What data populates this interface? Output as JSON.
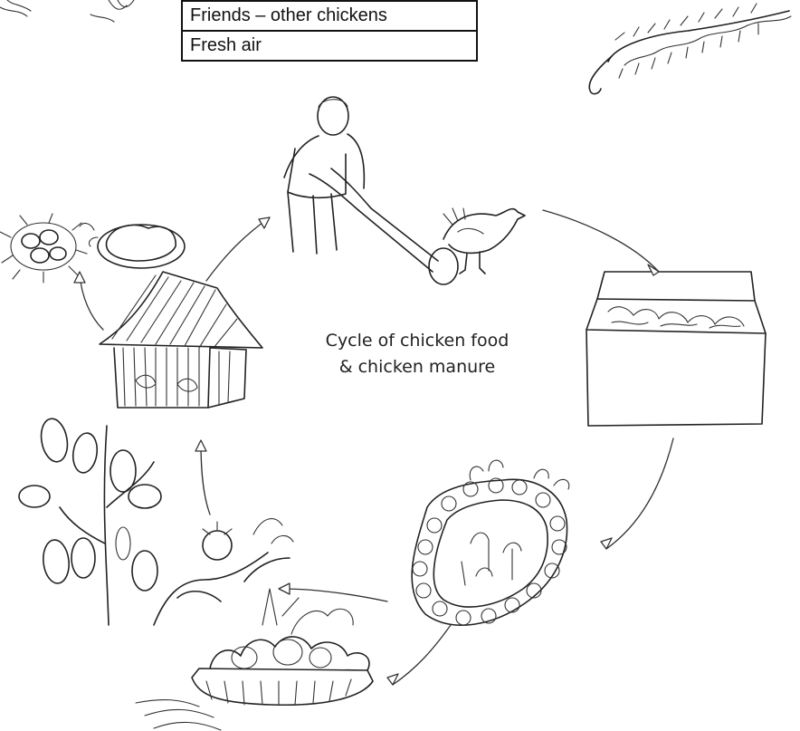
{
  "needs_table": {
    "rows": [
      "Friends – other chickens",
      "Fresh air"
    ]
  },
  "diagram": {
    "caption_line1": "Cycle of chicken food",
    "caption_line2": "& chicken manure",
    "stages": [
      "man-scooping-manure-with-chicken",
      "compost-box",
      "garden-bed-with-stone-border",
      "basket-of-vegetables",
      "vegetable-plants",
      "thatched-chicken-house",
      "eggs-and-roast-chicken"
    ]
  }
}
